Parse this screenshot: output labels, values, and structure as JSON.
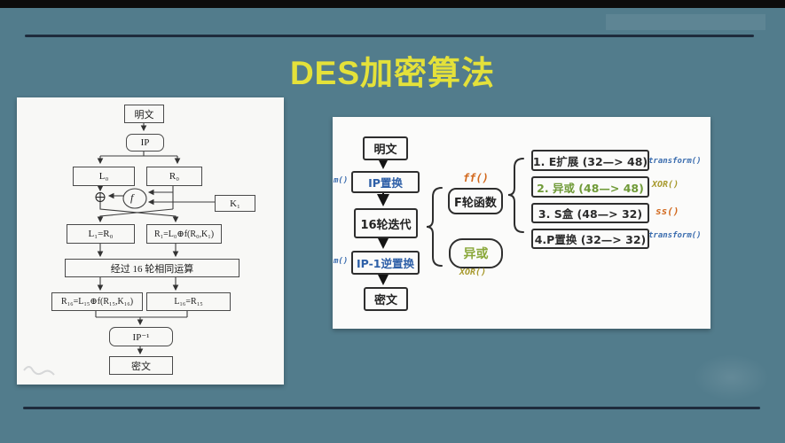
{
  "title": "DES加密算法",
  "left_flow": {
    "plaintext": "明文",
    "ip": "IP",
    "l0": "L₀",
    "r0": "R₀",
    "xor": "⊕",
    "f": "f",
    "k1": "K₁",
    "l1": "L₁=R₀",
    "r1": "R₁=L₀⊕f(R₀,K₁)",
    "rounds": "经过 16 轮相同运算",
    "r16": "R₁₆=L₁₅⊕f(R₁₅,K₁₆)",
    "l16": "L₁₆=R₁₅",
    "ip_inverse": "IP⁻¹",
    "ciphertext": "密文"
  },
  "right_flow": {
    "plaintext": "明文",
    "ip_permutation": "IP置换",
    "rounds": "16轮迭代",
    "ip_inverse_permutation": "IP-1逆置换",
    "ciphertext": "密文",
    "partial_annotation_top": "m()",
    "partial_annotation_bottom": "m()",
    "ff_annotation": "ff()",
    "f_round_function": "F轮函数",
    "xor_node": "异或",
    "xor_annotation": "XOR()",
    "steps": [
      {
        "label": "1. E扩展 (32—> 48)",
        "annotation": "transform()"
      },
      {
        "label": "2. 异或 (48—> 48)",
        "annotation": "XOR()"
      },
      {
        "label": "3. S盒 (48—> 32)",
        "annotation": "ss()"
      },
      {
        "label": "4.P置换 (32—> 32)",
        "annotation": "transform()"
      }
    ]
  },
  "colors": {
    "background": "#527c8c",
    "title_yellow": "#e4e13a",
    "rule_navy": "#1e2b3c",
    "accent_blue": "#2d5fa7",
    "accent_green": "#7ca23c",
    "accent_orange": "#d2691e",
    "accent_olive": "#a89a2e"
  }
}
